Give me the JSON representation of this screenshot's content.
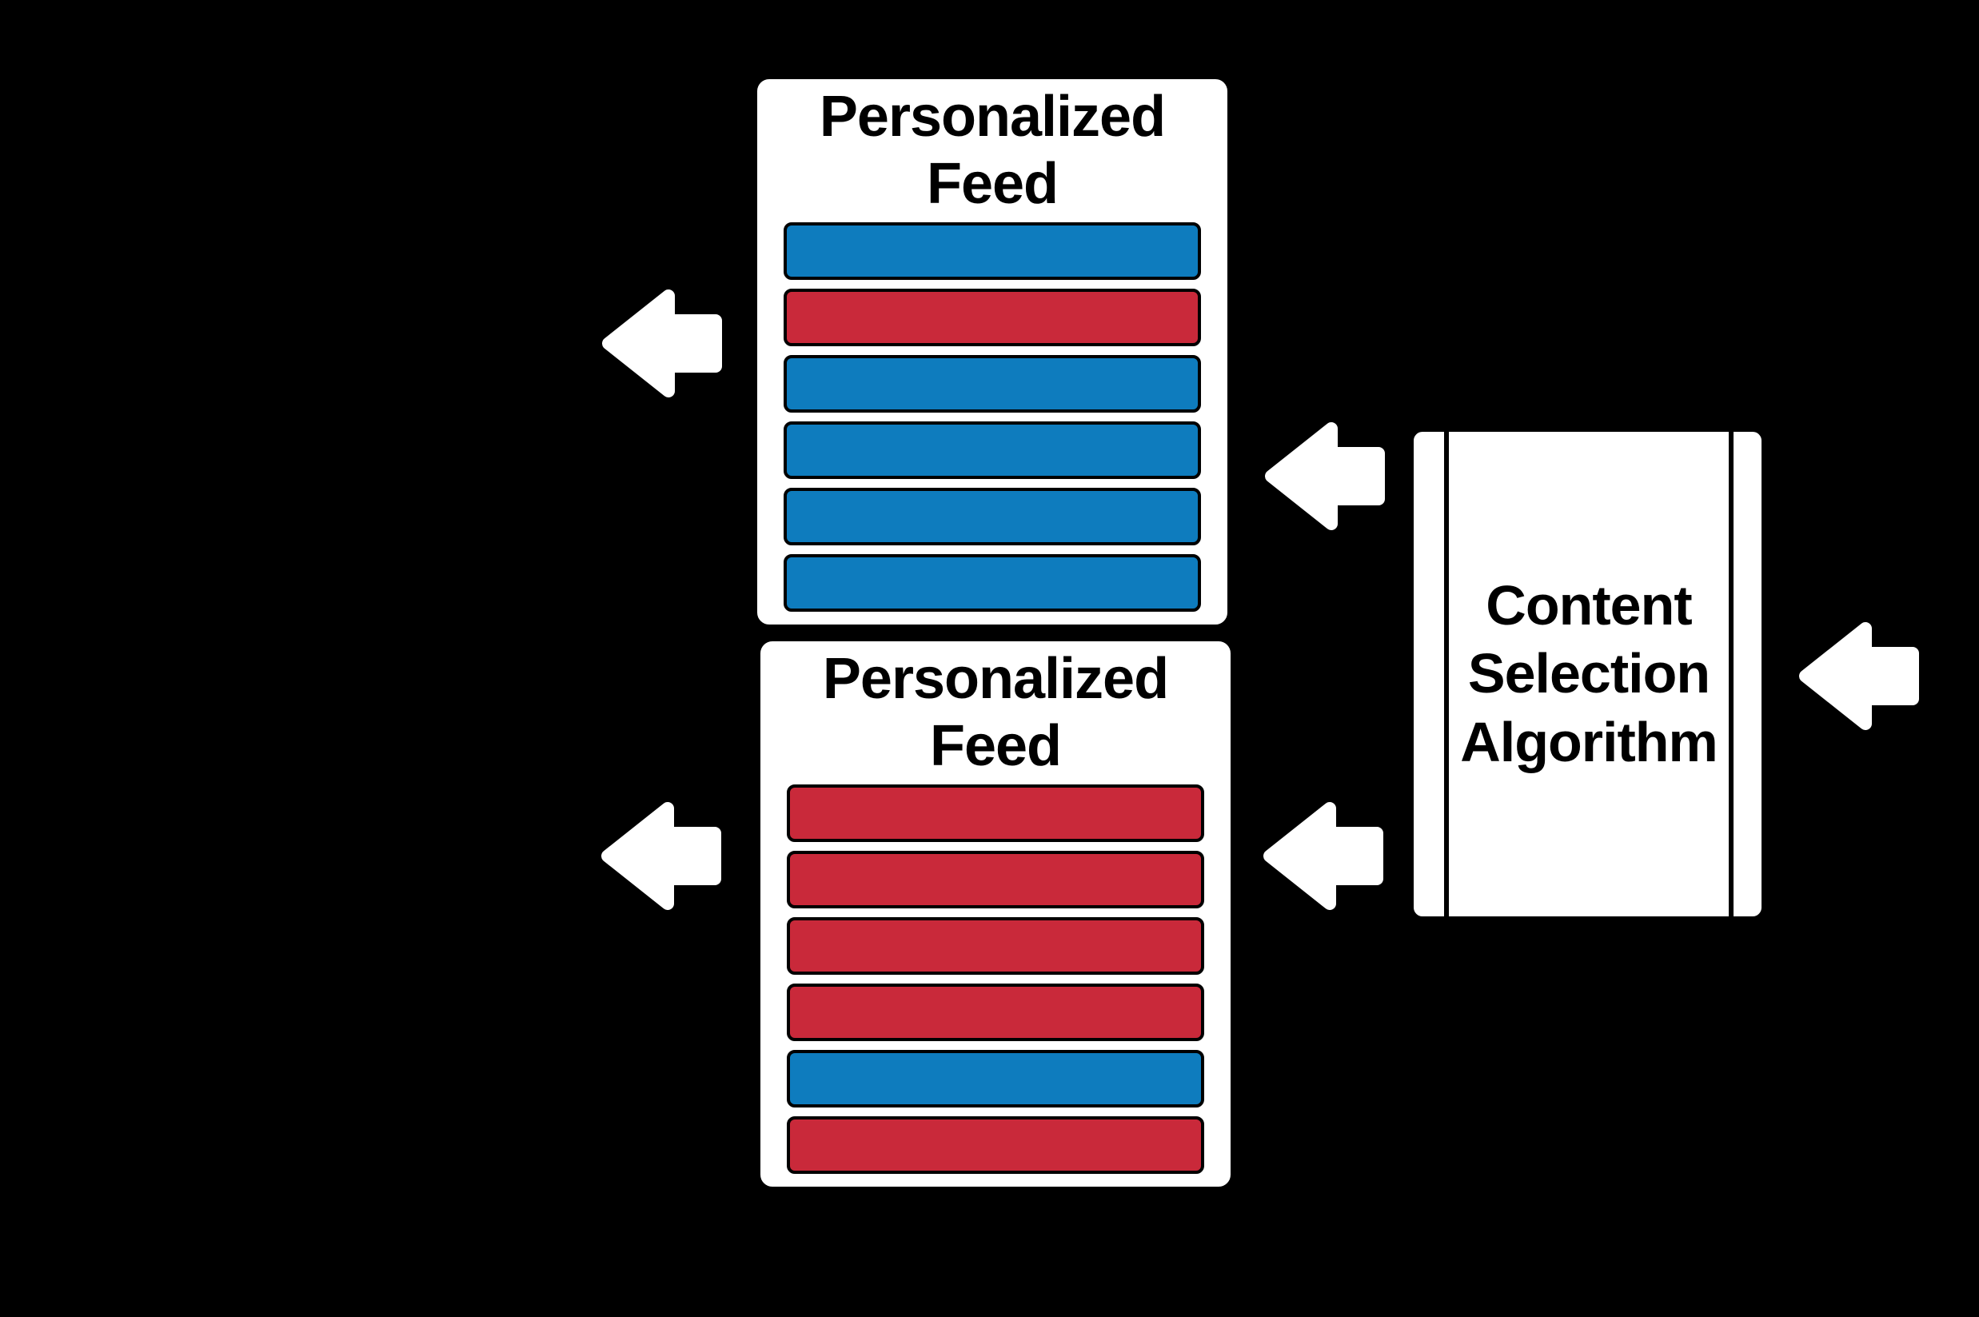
{
  "diagram": {
    "background_color": "#000000",
    "colors": {
      "blue": "#0E7CBE",
      "red": "#C9293A",
      "box_fill": "#FFFFFF",
      "outline": "#000000",
      "arrow_fill": "#FFFFFF",
      "text": "#000000"
    },
    "feeds": [
      {
        "title": "Personalized Feed",
        "items": [
          "blue",
          "red",
          "blue",
          "blue",
          "blue",
          "blue"
        ]
      },
      {
        "title": "Personalized Feed",
        "items": [
          "red",
          "red",
          "red",
          "red",
          "blue",
          "red"
        ]
      }
    ],
    "algorithm": {
      "label": "Content Selection Algorithm"
    },
    "arrows": [
      {
        "id": "arrow-feed-top-output",
        "direction": "left"
      },
      {
        "id": "arrow-feed-bottom-output",
        "direction": "left"
      },
      {
        "id": "arrow-algorithm-to-feed-top",
        "direction": "left"
      },
      {
        "id": "arrow-algorithm-to-feed-bottom",
        "direction": "left"
      },
      {
        "id": "arrow-input-to-algorithm",
        "direction": "left"
      }
    ]
  }
}
